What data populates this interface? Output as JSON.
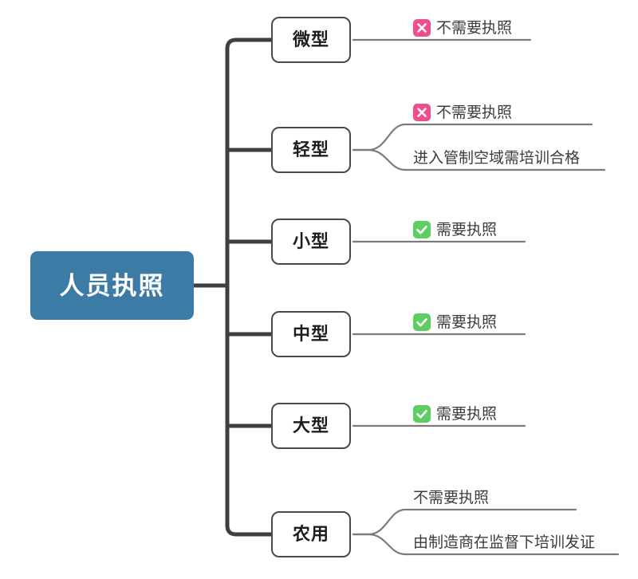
{
  "diagram": {
    "type": "mind-map",
    "title": "人员执照",
    "root": {
      "label": "人员执照",
      "color": "#3d7ba7",
      "text_color": "#ffffff"
    },
    "icons": {
      "cross": {
        "name": "cross-icon",
        "color": "#ef4e8e",
        "glyph": "✕"
      },
      "check": {
        "name": "check-icon",
        "color": "#5ece62",
        "glyph": "✓"
      }
    },
    "branches": [
      {
        "label": "微型",
        "leaves": [
          {
            "text": "不需要执照",
            "icon": "cross"
          }
        ]
      },
      {
        "label": "轻型",
        "leaves": [
          {
            "text": "不需要执照",
            "icon": "cross"
          },
          {
            "text": "进入管制空域需培训合格",
            "icon": "none"
          }
        ]
      },
      {
        "label": "小型",
        "leaves": [
          {
            "text": "需要执照",
            "icon": "check"
          }
        ]
      },
      {
        "label": "中型",
        "leaves": [
          {
            "text": "需要执照",
            "icon": "check"
          }
        ]
      },
      {
        "label": "大型",
        "leaves": [
          {
            "text": "需要执照",
            "icon": "check"
          }
        ]
      },
      {
        "label": "农用",
        "leaves": [
          {
            "text": "不需要执照",
            "icon": "none"
          },
          {
            "text": "由制造商在监督下培训发证",
            "icon": "none"
          }
        ]
      }
    ]
  }
}
